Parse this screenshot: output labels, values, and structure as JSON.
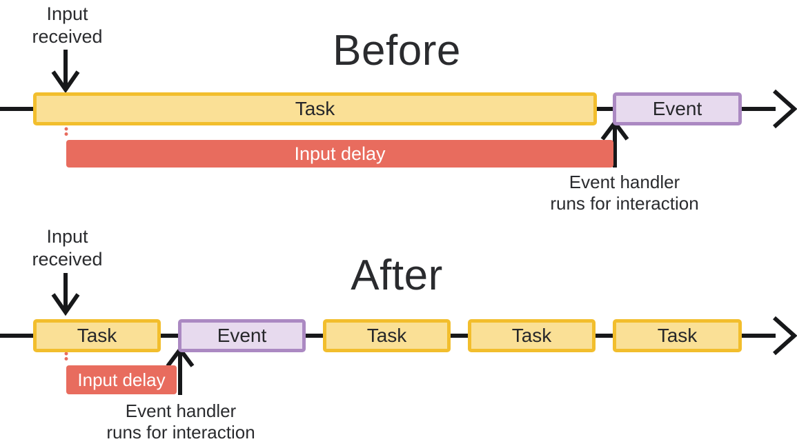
{
  "diagram": {
    "description": "Timeline diagram comparing input delay before and after breaking up a long task",
    "colors": {
      "task_fill": "#FAE096",
      "task_border": "#F2BE2D",
      "event_fill": "#E7DAEE",
      "event_border": "#AB89C2",
      "input_delay_fill": "#E86C5E",
      "arrow_line": "#17181A",
      "text": "#2A2B2E"
    }
  },
  "before": {
    "title": "Before",
    "input_label": "Input\nreceived",
    "task_label": "Task",
    "event_label": "Event",
    "delay_label": "Input delay",
    "handler_label": "Event handler\nruns for interaction"
  },
  "after": {
    "title": "After",
    "input_label": "Input\nreceived",
    "task_labels": [
      "Task",
      "Task",
      "Task",
      "Task"
    ],
    "event_label": "Event",
    "delay_label": "Input delay",
    "handler_label": "Event handler\nruns for interaction"
  }
}
